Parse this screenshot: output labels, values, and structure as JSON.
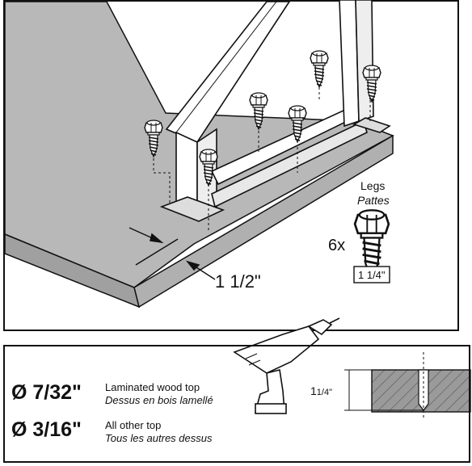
{
  "assembly": {
    "dimension_label": "1 1/2\""
  },
  "legs_callout": {
    "title": "Legs",
    "title_fr": "Pattes",
    "quantity": "6x",
    "screw_length": "1 1/4\""
  },
  "drill_specs": [
    {
      "diameter": "Ø 7/32\"",
      "label": "Laminated wood top",
      "label_fr": "Dessus en bois lamellé"
    },
    {
      "diameter": "Ø 3/16\"",
      "label": "All other top",
      "label_fr": "Tous les autres dessus"
    }
  ],
  "depth_diagram": {
    "depth_main": "1",
    "depth_fraction": "1/4\""
  }
}
